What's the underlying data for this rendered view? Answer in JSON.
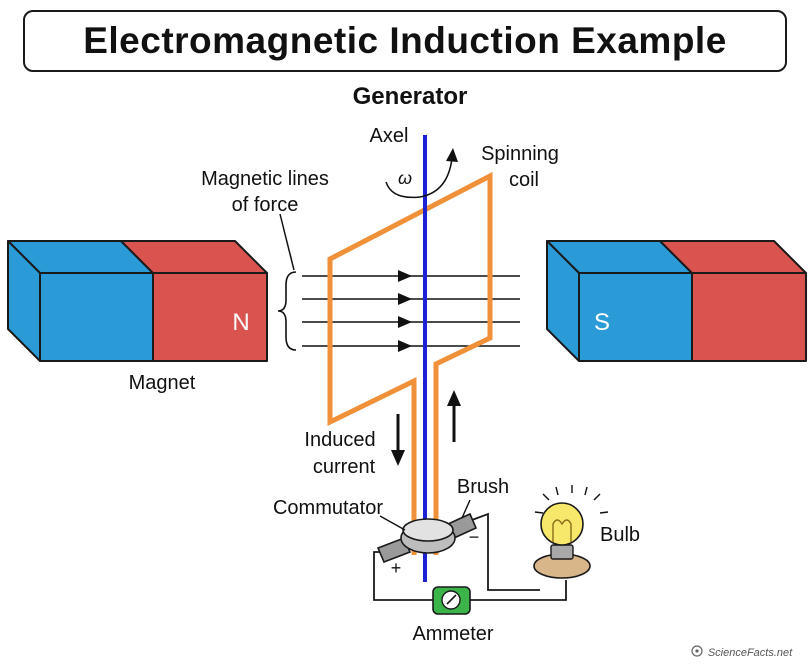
{
  "title": "Electromagnetic Induction Example",
  "subtitle": "Generator",
  "labels": {
    "axel": "Axel",
    "omega": "ω",
    "spinning_coil_line1": "Spinning",
    "spinning_coil_line2": "coil",
    "magnetic_lines_line1": "Magnetic lines",
    "magnetic_lines_line2": "of force",
    "north": "N",
    "south": "S",
    "magnet": "Magnet",
    "induced_line1": "Induced",
    "induced_line2": "current",
    "brush": "Brush",
    "commutator": "Commutator",
    "plus": "+",
    "minus": "−",
    "bulb": "Bulb",
    "ammeter": "Ammeter"
  },
  "watermark": "ScienceFacts.net",
  "colors": {
    "magnet_blue": "#2b9bd8",
    "magnet_red": "#d9534f",
    "coil": "#f0913a",
    "axle": "#1e22d6",
    "ammeter": "#3bb54a",
    "bulb": "#f7e76a",
    "bulb_base": "#d8b68a"
  },
  "icons": [
    "rotation-arrow-icon",
    "field-arrow-icon",
    "current-arrow-icon",
    "bulb-icon",
    "ammeter-icon"
  ]
}
